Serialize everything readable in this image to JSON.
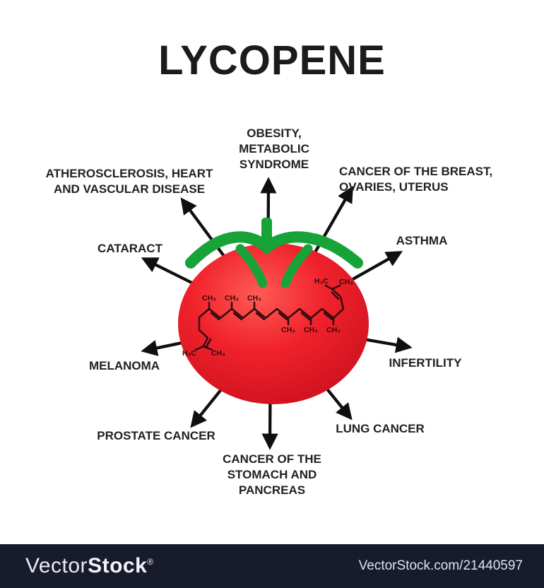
{
  "title": "LYCOPENE",
  "labels": [
    {
      "id": "obesity",
      "text": "OBESITY,\nMETABOLIC\nSYNDROME"
    },
    {
      "id": "atherosclerosis",
      "text": "ATHEROSCLEROSIS, HEART\nAND VASCULAR DISEASE"
    },
    {
      "id": "breast-cancer",
      "text": "CANCER OF THE BREAST,\nOVARIES, UTERUS"
    },
    {
      "id": "cataract",
      "text": "CATARACT"
    },
    {
      "id": "asthma",
      "text": "ASTHMA"
    },
    {
      "id": "melanoma",
      "text": "MELANOMA"
    },
    {
      "id": "infertility",
      "text": "INFERTILITY"
    },
    {
      "id": "prostate-cancer",
      "text": "PROSTATE CANCER"
    },
    {
      "id": "stomach-cancer",
      "text": "CANCER OF THE\nSTOMACH AND\nPANCREAS"
    },
    {
      "id": "lung-cancer",
      "text": "LUNG CANCER"
    }
  ],
  "molecule": {
    "name": "lycopene skeletal formula",
    "labels": [
      "CH₃",
      "CH₃",
      "CH₃",
      "CH₃",
      "CH₃",
      "CH₃",
      "H₃C",
      "CH₃",
      "H₃C",
      "CH₃"
    ]
  },
  "colors": {
    "tomato_red": "#ee1c25",
    "tomato_highlight": "#ff5b55",
    "tomato_edge": "#c90f1d",
    "calyx_green": "#17a338",
    "arrow_black": "#0f0f0f",
    "label_text": "#232021",
    "molecule_ink": "#310b0f",
    "footer_bg": "#181b2c"
  },
  "footer": {
    "logo_vector": "Vector",
    "logo_stock": "Stock",
    "logo_reg": "®",
    "credit": "VectorStock.com/21440597"
  }
}
